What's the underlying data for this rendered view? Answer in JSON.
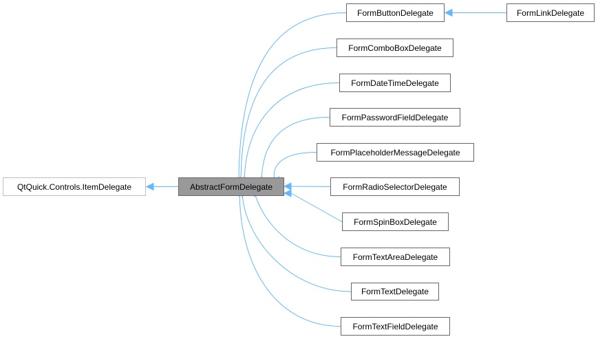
{
  "diagram": {
    "type": "inheritance-graph",
    "colors": {
      "edge": "#63b8ff",
      "current_fill": "#999999",
      "border": "#666666",
      "external_border": "#bfbfbf"
    },
    "nodes": [
      {
        "id": "item_delegate",
        "label": "QtQuick.Controls.ItemDelegate",
        "kind": "external"
      },
      {
        "id": "abstract",
        "label": "AbstractFormDelegate",
        "kind": "current"
      },
      {
        "id": "button",
        "label": "FormButtonDelegate",
        "kind": "class"
      },
      {
        "id": "link",
        "label": "FormLinkDelegate",
        "kind": "class"
      },
      {
        "id": "combobox",
        "label": "FormComboBoxDelegate",
        "kind": "class"
      },
      {
        "id": "datetime",
        "label": "FormDateTimeDelegate",
        "kind": "class"
      },
      {
        "id": "password",
        "label": "FormPasswordFieldDelegate",
        "kind": "class"
      },
      {
        "id": "placeholder",
        "label": "FormPlaceholderMessageDelegate",
        "kind": "class"
      },
      {
        "id": "radio",
        "label": "FormRadioSelectorDelegate",
        "kind": "class"
      },
      {
        "id": "spinbox",
        "label": "FormSpinBoxDelegate",
        "kind": "class"
      },
      {
        "id": "textarea",
        "label": "FormTextAreaDelegate",
        "kind": "class"
      },
      {
        "id": "text",
        "label": "FormTextDelegate",
        "kind": "class"
      },
      {
        "id": "textfield",
        "label": "FormTextFieldDelegate",
        "kind": "class"
      }
    ],
    "edges": [
      {
        "from": "abstract",
        "to": "item_delegate"
      },
      {
        "from": "link",
        "to": "button"
      },
      {
        "from": "button",
        "to": "abstract"
      },
      {
        "from": "combobox",
        "to": "abstract"
      },
      {
        "from": "datetime",
        "to": "abstract"
      },
      {
        "from": "password",
        "to": "abstract"
      },
      {
        "from": "placeholder",
        "to": "abstract"
      },
      {
        "from": "radio",
        "to": "abstract"
      },
      {
        "from": "spinbox",
        "to": "abstract"
      },
      {
        "from": "textarea",
        "to": "abstract"
      },
      {
        "from": "text",
        "to": "abstract"
      },
      {
        "from": "textfield",
        "to": "abstract"
      }
    ]
  }
}
